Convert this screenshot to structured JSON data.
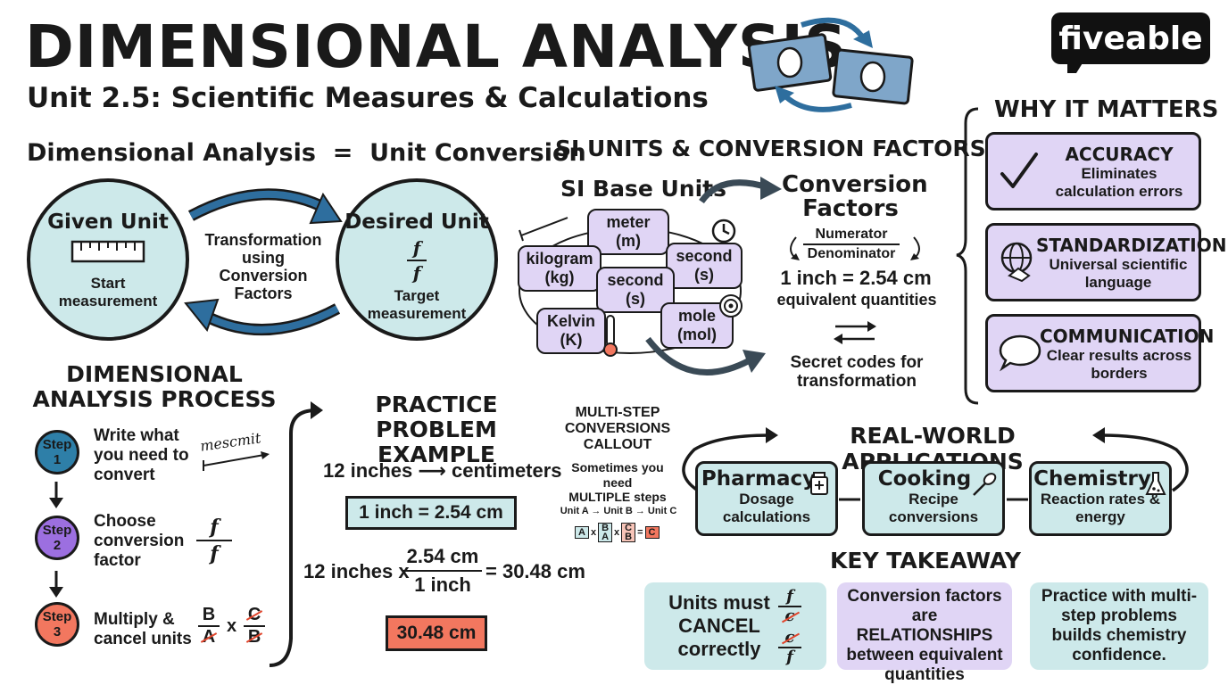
{
  "title": "DIMENSIONAL ANALYSIS",
  "subtitle": "Unit 2.5: Scientific Measures & Calculations",
  "logo": "fiveable",
  "equation": {
    "heading": "Dimensional Analysis  =  Unit Conversion",
    "given_title": "Given Unit",
    "given_sub": "Start measurement",
    "transform_text": "Transformation using Conversion Factors",
    "desired_title": "Desired Unit",
    "desired_sub": "Target measurement",
    "frac_symbol": "f"
  },
  "si": {
    "heading": "SI UNITS & CONVERSION FACTORS",
    "base_title": "SI Base Units",
    "units": [
      {
        "name": "meter",
        "symbol": "(m)"
      },
      {
        "name": "kilogram",
        "symbol": "(kg)"
      },
      {
        "name": "second",
        "symbol": "(s)"
      },
      {
        "name": "second",
        "symbol": "(s)"
      },
      {
        "name": "Kelvin",
        "symbol": "(K)"
      },
      {
        "name": "mole",
        "symbol": "(mol)"
      }
    ],
    "cf_title": "Conversion Factors",
    "numerator": "Numerator",
    "denominator": "Denominator",
    "example": "1 inch = 2.54 cm",
    "example_sub": "equivalent quantities",
    "secret": "Secret codes for transformation"
  },
  "why": {
    "heading": "WHY IT MATTERS",
    "items": [
      {
        "title": "ACCURACY",
        "desc": "Eliminates calculation errors"
      },
      {
        "title": "STANDARDIZATION",
        "desc": "Universal scientific language"
      },
      {
        "title": "COMMUNICATION",
        "desc": "Clear results across borders"
      }
    ]
  },
  "process": {
    "heading": "DIMENSIONAL ANALYSIS PROCESS",
    "step_word": "Step",
    "steps": [
      {
        "num": "1",
        "text": "Write what you need to convert",
        "color": "#2e7fa8"
      },
      {
        "num": "2",
        "text": "Choose conversion factor",
        "color": "#9c6fe0"
      },
      {
        "num": "3",
        "text": "Multiply & cancel units",
        "color": "#f2775f"
      }
    ],
    "scribble": "mescmit",
    "cancel_b": "B",
    "cancel_a": "A",
    "cancel_c": "C",
    "times": "x"
  },
  "practice": {
    "heading": "PRACTICE PROBLEM EXAMPLE",
    "problem": "12 inches ⟶ centimeters",
    "factor": "1 inch = 2.54 cm",
    "lhs": "12 inches x",
    "num": "2.54 cm",
    "den": "1 inch",
    "rhs": "= 30.48 cm",
    "answer": "30.48 cm"
  },
  "multistep": {
    "heading": "MULTI-STEP CONVERSIONS CALLOUT",
    "desc": "Sometimes you need",
    "emph": "MULTIPLE steps",
    "chain": "Unit A → Unit B → Unit C",
    "a": "A",
    "b": "B",
    "c": "C",
    "x": "x",
    "eq": "="
  },
  "realworld": {
    "heading": "REAL-WORLD APPLICATIONS",
    "items": [
      {
        "title": "Pharmacy",
        "desc": "Dosage calculations"
      },
      {
        "title": "Cooking",
        "desc": "Recipe conversions"
      },
      {
        "title": "Chemistry",
        "desc": "Reaction rates & energy"
      }
    ]
  },
  "takeaway": {
    "heading": "KEY TAKEAWAY",
    "box1": "Units must CANCEL correctly",
    "box2": "Conversion factors are RELATIONSHIPS between equivalent quantities",
    "box3": "Practice with multi-step problems builds chemistry confidence.",
    "f": "f",
    "c": "c"
  },
  "colors": {
    "teal": "#cde9ea",
    "lavender": "#e0d5f5",
    "arrow_blue": "#2e6e9e",
    "salmon": "#f2775f"
  }
}
